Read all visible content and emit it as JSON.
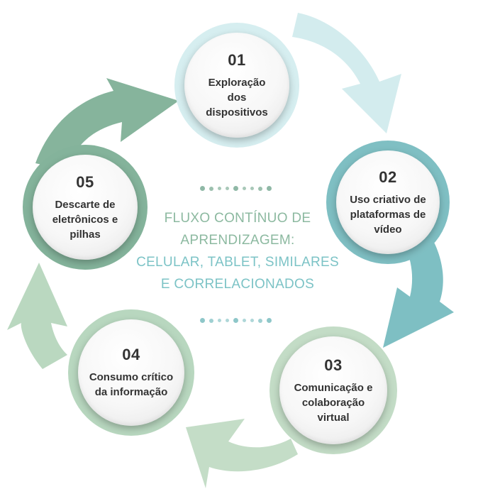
{
  "colors": {
    "step1": "#d6eef0",
    "step2": "#7fbfc3",
    "step3": "#c3dcc6",
    "step4": "#b8d7bf",
    "step5": "#84b39b",
    "center_dark": "#8cb9a0",
    "center_teal": "#7cc3c6"
  },
  "center": {
    "line1": "FLUXO CONTÍNUO DE",
    "line2": "APRENDIZAGEM:",
    "line3": "CELULAR, TABLET, SIMILARES",
    "line4": "E CORRELACIONADOS"
  },
  "steps": [
    {
      "number": "01",
      "label_lines": [
        "Exploração",
        "dos",
        "dispositivos"
      ]
    },
    {
      "number": "02",
      "label_lines": [
        "Uso criativo de",
        "plataformas de",
        "vídeo"
      ]
    },
    {
      "number": "03",
      "label_lines": [
        "Comunicação e",
        "colaboração",
        "virtual"
      ]
    },
    {
      "number": "04",
      "label_lines": [
        "Consumo crítico",
        "da informação"
      ]
    },
    {
      "number": "05",
      "label_lines": [
        "Descarte de",
        "eletrônicos e",
        "pilhas"
      ]
    }
  ]
}
